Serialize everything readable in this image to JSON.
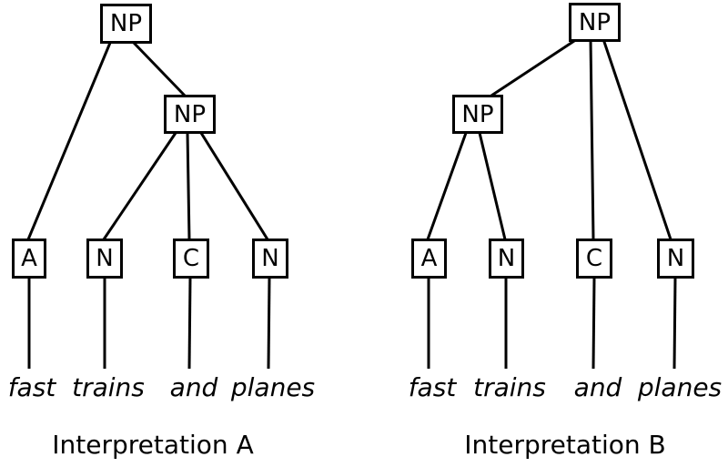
{
  "diagram": {
    "phrase": "fast trains and planes",
    "colors": {
      "line": "#000000",
      "background": "#ffffff"
    },
    "tree_a": {
      "root_label": "NP",
      "inner_label": "NP",
      "leaves": [
        "A",
        "N",
        "C",
        "N"
      ],
      "words": [
        "fast",
        "trains",
        "and",
        "planes"
      ],
      "caption": "Interpretation A"
    },
    "tree_b": {
      "root_label": "NP",
      "inner_label": "NP",
      "leaves": [
        "A",
        "N",
        "C",
        "N"
      ],
      "words": [
        "fast",
        "trains",
        "and",
        "planes"
      ],
      "caption": "Interpretation B"
    }
  }
}
